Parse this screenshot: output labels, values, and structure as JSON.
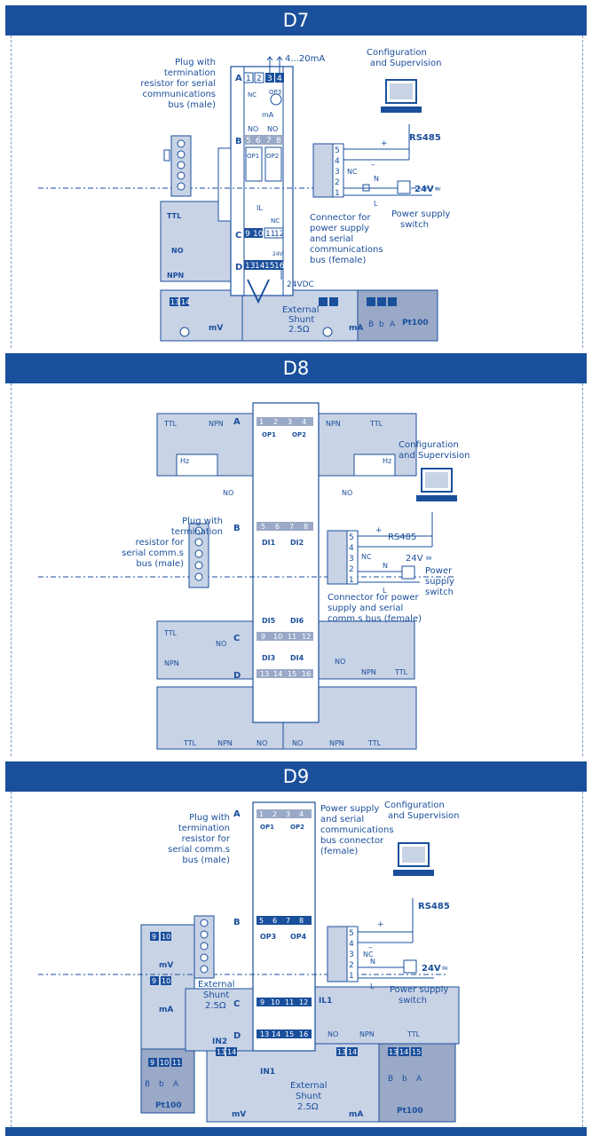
{
  "sections": [
    {
      "title": "D7"
    },
    {
      "title": "D8"
    },
    {
      "title": "D9"
    }
  ],
  "d7": {
    "top_signal": "4...20mA",
    "cfg_label": "Configuration and Supervision",
    "cfg_l1": "Configuration",
    "cfg_l2": "and Supervision",
    "plug_l1": "Plug with",
    "plug_l2": "termination",
    "plug_l3": "resistor for serial",
    "plug_l4": "communications",
    "plug_l5": "bus (male)",
    "rs485": "RS485",
    "nc": "NC",
    "n": "N",
    "l": "L",
    "v24": "24V",
    "psw_l1": "Power supply",
    "psw_l2": "switch",
    "conn_l1": "Connector for",
    "conn_l2": "power supply",
    "conn_l3": "and serial",
    "conn_l4": "communications",
    "conn_l5": "bus (female)",
    "ttl": "TTL",
    "no": "NO",
    "npn": "NPN",
    "il": "IL",
    "ma": "mA",
    "op1": "OP1",
    "op2": "OP2",
    "op3": "OP3",
    "vdc": "24VDC",
    "v24b": "24V",
    "mv": "mV",
    "shunt_l1": "External",
    "shunt_l2": "Shunt",
    "shunt_l3": "2.5Ω",
    "pt100": "Pt100",
    "B": "B",
    "b": "b",
    "A": "A"
  },
  "d8": {
    "cfg_l1": "Configuration",
    "cfg_l2": "and Supervision",
    "rs485": "RS485",
    "nc": "NC",
    "n": "N",
    "l": "L",
    "v24": "24V",
    "psw_l1": "Power",
    "psw_l2": "supply",
    "psw_l3": "switch",
    "plug_l1": "Plug with",
    "plug_l2": "termination",
    "plug_l3": "resistor  for",
    "plug_l4": "serial comm.s",
    "plug_l5": "bus (male)",
    "conn_l1": "Connector for power",
    "conn_l2": "supply and serial",
    "conn_l3": "comm.s bus (female)",
    "ttl": "TTL",
    "npn": "NPN",
    "hz": "Hz",
    "no": "NO",
    "op1": "OP1",
    "op2": "OP2",
    "di1": "DI1",
    "di2": "DI2",
    "di3": "DI3",
    "di4": "DI4",
    "di5": "DI5",
    "di6": "DI6"
  },
  "d9": {
    "cfg_l1": "Configuration",
    "cfg_l2": "and Supervision",
    "rs485": "RS485",
    "nc": "NC",
    "n": "N",
    "l": "L",
    "v24": "24V",
    "psw_l1": "Power supply",
    "psw_l2": "switch",
    "plug_l1": "Plug with",
    "plug_l2": "termination",
    "plug_l3": "resistor for",
    "plug_l4": "serial comm.s",
    "plug_l5": "bus (male)",
    "ps_l1": "Power supply",
    "ps_l2": "and serial",
    "ps_l3": "communications",
    "ps_l4": "bus connector",
    "ps_l5": "(female)",
    "op1": "OP1",
    "op2": "OP2",
    "op3": "OP3",
    "op4": "OP4",
    "il1": "IL1",
    "in1": "IN1",
    "in2": "IN2",
    "mv": "mV",
    "ma": "mA",
    "no": "NO",
    "npn": "NPN",
    "ttl": "TTL",
    "shunt_l1": "External",
    "shunt_l2": "Shunt",
    "shunt_l3": "2.5Ω",
    "pt100": "Pt100",
    "B": "B",
    "b": "b",
    "A": "A"
  },
  "labels": {
    "A": "A",
    "B": "B",
    "C": "C",
    "D": "D",
    "plus": "+",
    "minus": "–",
    "tilde": "≃",
    "t1": "1",
    "t2": "2",
    "t3": "3",
    "t4": "4",
    "t5": "5",
    "t6": "6",
    "t7": "7",
    "t8": "8",
    "t9": "9",
    "t10": "10",
    "t11": "11",
    "t12": "12",
    "t13": "13",
    "t14": "14",
    "t15": "15",
    "t16": "16"
  }
}
